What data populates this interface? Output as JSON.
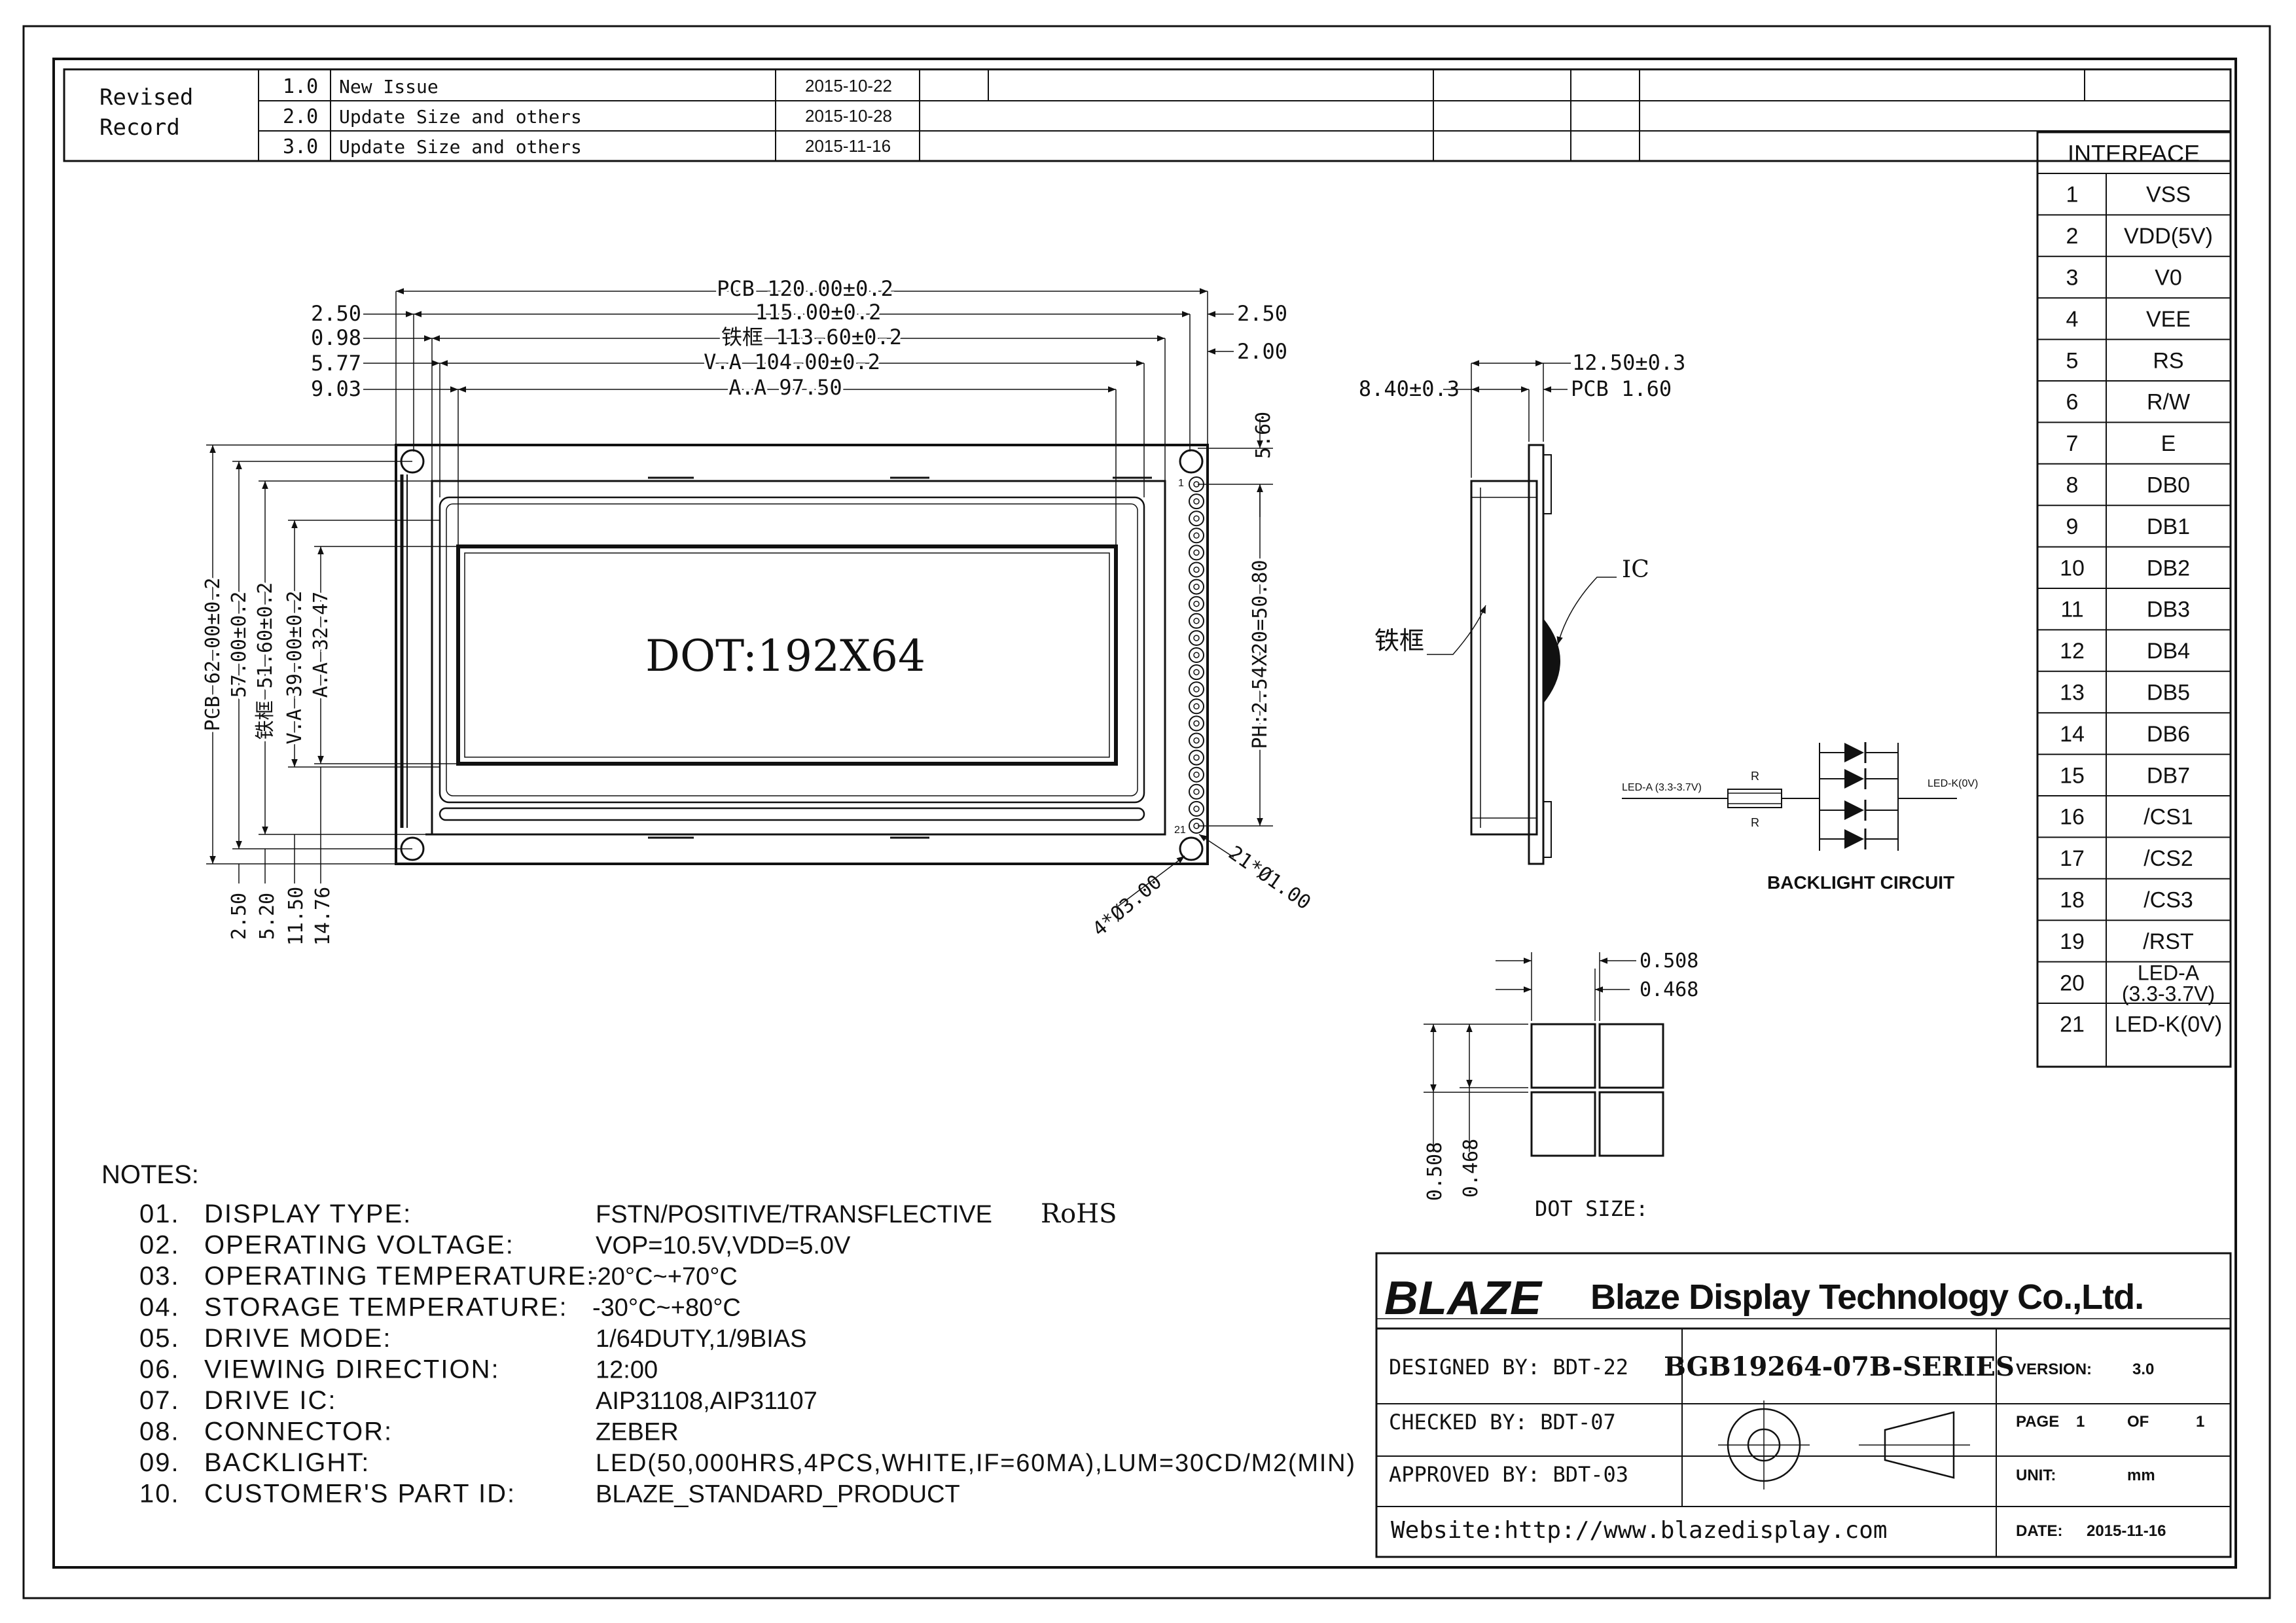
{
  "revision": {
    "label_line1": "Revised",
    "label_line2": "Record",
    "rows": [
      {
        "ver": "1.0",
        "desc": "New Issue",
        "date": "2015-10-22"
      },
      {
        "ver": "2.0",
        "desc": "Update Size and others",
        "date": "2015-10-28"
      },
      {
        "ver": "3.0",
        "desc": "Update Size and others",
        "date": "2015-11-16"
      }
    ]
  },
  "front_view": {
    "display_text": "DOT:192X64",
    "dims_top": {
      "pcb": "PCB 120.00±0.2",
      "outline": "115.00±0.2",
      "frame": "铁框 113.60±0.2",
      "va": "V.A 104.00±0.2",
      "aa": "A.A 97.50"
    },
    "dims_left": [
      "2.50",
      "0.98",
      "5.77",
      "9.03"
    ],
    "dims_right": [
      "2.50",
      "2.00"
    ],
    "dims_vert": {
      "pcb": "PCB 62.00±0.2",
      "outline": "57.00±0.2",
      "frame": "铁框 51.60±0.2",
      "va": "V.A 39.00±0.2",
      "aa": "A.A 32.47",
      "pitch": "PH:2.54X20=50.80",
      "top_offset": "5.60"
    },
    "dims_bottom": [
      "2.50",
      "5.20",
      "11.50",
      "14.76"
    ],
    "holes": "4*Ø3.00",
    "pins": "21*Ø1.00",
    "pin_first": "1",
    "pin_last": "21"
  },
  "side_view": {
    "thickness": "12.50±0.3",
    "frame_depth": "8.40±0.3",
    "pcb": "PCB 1.60",
    "ic_label": "IC",
    "frame_label": "铁框"
  },
  "backlight": {
    "title": "BACKLIGHT  CIRCUIT",
    "led_a": "LED-A (3.3-3.7V)",
    "led_k": "LED-K(0V)",
    "r1": "R",
    "r2": "R"
  },
  "dot_size": {
    "title": "DOT SIZE:",
    "pitch_h": "0.508",
    "size_h": "0.468",
    "pitch_v": "0.508",
    "size_v": "0.468"
  },
  "interface": {
    "title": "INTERFACE",
    "pins": [
      {
        "no": "1",
        "name": "VSS"
      },
      {
        "no": "2",
        "name": "VDD(5V)"
      },
      {
        "no": "3",
        "name": "V0"
      },
      {
        "no": "4",
        "name": "VEE"
      },
      {
        "no": "5",
        "name": "RS"
      },
      {
        "no": "6",
        "name": "R/W"
      },
      {
        "no": "7",
        "name": "E"
      },
      {
        "no": "8",
        "name": "DB0"
      },
      {
        "no": "9",
        "name": "DB1"
      },
      {
        "no": "10",
        "name": "DB2"
      },
      {
        "no": "11",
        "name": "DB3"
      },
      {
        "no": "12",
        "name": "DB4"
      },
      {
        "no": "13",
        "name": "DB5"
      },
      {
        "no": "14",
        "name": "DB6"
      },
      {
        "no": "15",
        "name": "DB7"
      },
      {
        "no": "16",
        "name": "/CS1"
      },
      {
        "no": "17",
        "name": "/CS2"
      },
      {
        "no": "18",
        "name": "/CS3"
      },
      {
        "no": "19",
        "name": "/RST"
      },
      {
        "no": "20",
        "name": "LED-A",
        "name2": "(3.3-3.7V)"
      },
      {
        "no": "21",
        "name": "LED-K(0V)"
      }
    ]
  },
  "notes": {
    "title": "NOTES:",
    "items": [
      {
        "no": "01.",
        "label": "DISPLAY TYPE:",
        "value": "FSTN/POSITIVE/TRANSFLECTIVE",
        "extra": "RoHS"
      },
      {
        "no": "02.",
        "label": "OPERATING VOLTAGE:",
        "value": "VOP=10.5V,VDD=5.0V"
      },
      {
        "no": "03.",
        "label": "OPERATING TEMPERATURE:",
        "value": "-20°C~+70°C"
      },
      {
        "no": "04.",
        "label": "STORAGE TEMPERATURE:",
        "value": "-30°C~+80°C"
      },
      {
        "no": "05.",
        "label": "DRIVE MODE:",
        "value": "1/64DUTY,1/9BIAS"
      },
      {
        "no": "06.",
        "label": "VIEWING DIRECTION:",
        "value": "12:00"
      },
      {
        "no": "07.",
        "label": "DRIVE IC:",
        "value": "AIP31108,AIP31107"
      },
      {
        "no": "08.",
        "label": "CONNECTOR:",
        "value": "ZEBER"
      },
      {
        "no": "09.",
        "label": "BACKLIGHT:",
        "value": "LED(50,000HRS,4PCS,WHITE,IF=60MA),LUM=30CD/M2(MIN)"
      },
      {
        "no": "10.",
        "label": "CUSTOMER'S PART ID:",
        "value": "BLAZE_STANDARD_PRODUCT"
      }
    ]
  },
  "title_block": {
    "logo": "BLAZE",
    "company": "Blaze Display Technology Co.,Ltd.",
    "designed": "DESIGNED BY: BDT-22",
    "checked": "CHECKED BY: BDT-07",
    "approved": "APPROVED BY: BDT-03",
    "part_no": "BGB19264-07B-SERIES",
    "version_label": "VERSION:",
    "version": "3.0",
    "page_label": "PAGE",
    "page": "1",
    "of_label": "OF",
    "pages": "1",
    "unit_label": "UNIT:",
    "unit": "mm",
    "date_label": "DATE:",
    "date": "2015-11-16",
    "website": "Website:http://www.blazedisplay.com"
  }
}
